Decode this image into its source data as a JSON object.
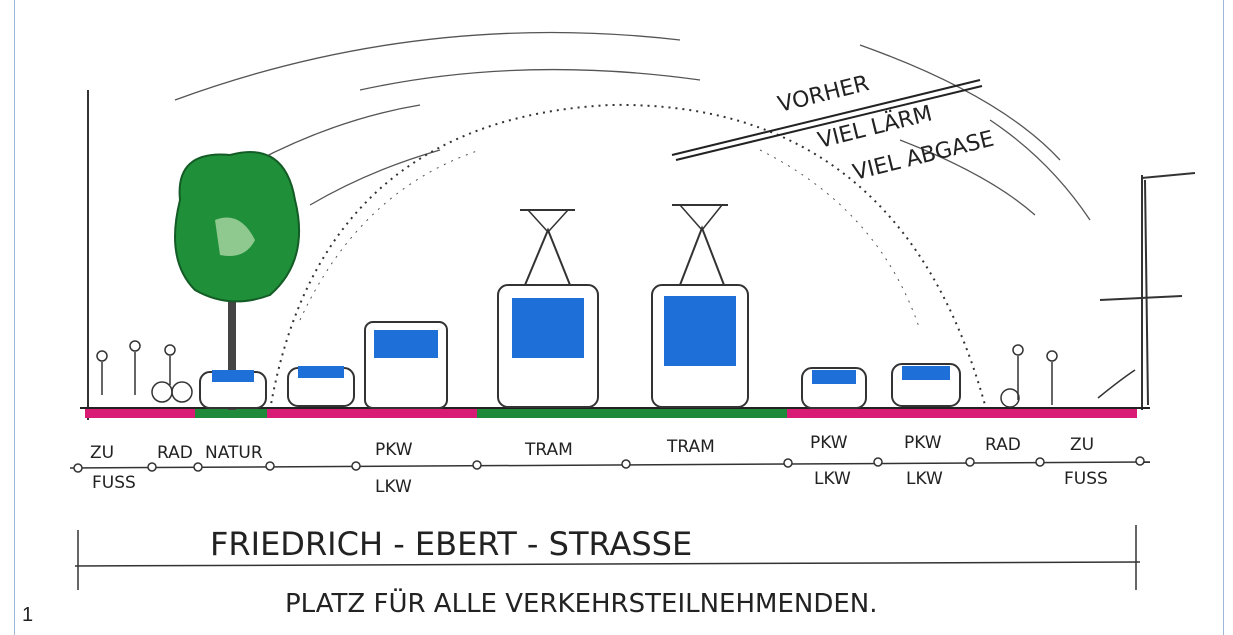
{
  "figure_number": "1",
  "annotation": {
    "line1": "VORHER",
    "line2": "VIEL LÄRM",
    "line3": "VIEL ABGASE"
  },
  "segments": [
    {
      "label": "ZU",
      "label2": "FUSS"
    },
    {
      "label": "RAD"
    },
    {
      "label": "NATUR"
    },
    {
      "label": "PKW",
      "label2": "LKW"
    },
    {
      "label": "TRAM"
    },
    {
      "label": "TRAM"
    },
    {
      "label": "PKW",
      "label2": "LKW"
    },
    {
      "label": "PKW",
      "label2": "LKW"
    },
    {
      "label": "RAD"
    },
    {
      "label": "ZU",
      "label2": "FUSS"
    }
  ],
  "title": "FRIEDRICH - EBERT - STRASSE",
  "subtitle": "PLATZ FÜR ALLE VERKEHRSTEILNEHMENDEN.",
  "colors": {
    "car_lane": "#d81b74",
    "green_lane": "#1e8a3a",
    "tram_glass": "#1f6fd8",
    "tree": "#1f8f3a",
    "ink": "#222222"
  }
}
